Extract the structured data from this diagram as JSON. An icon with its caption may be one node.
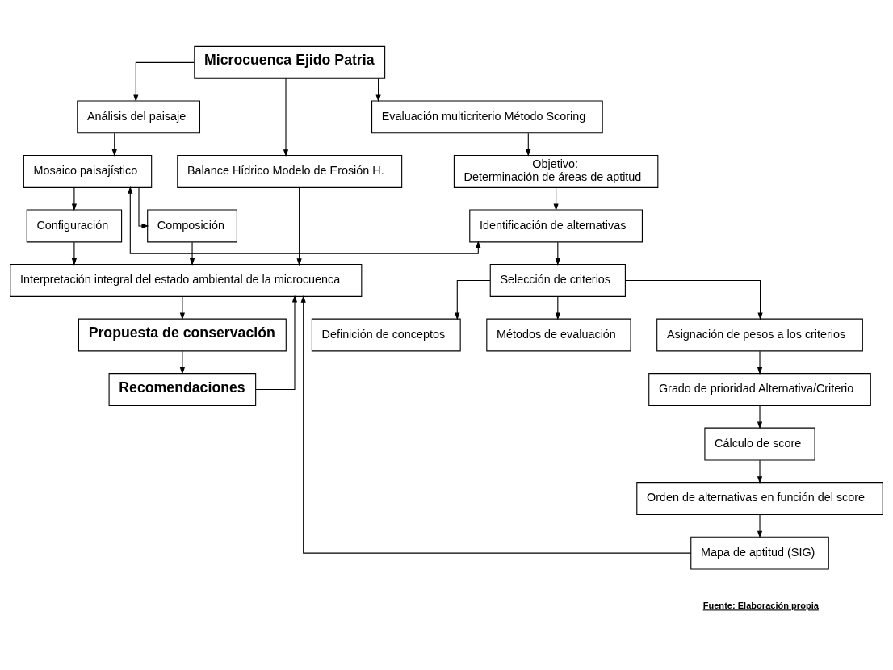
{
  "diagram": {
    "caption": "Fuente: Elaboración propia",
    "nodes": [
      {
        "text": [
          "Microcuenca Ejido Patria"
        ]
      },
      {
        "text": [
          "Análisis del paisaje"
        ]
      },
      {
        "text": [
          "Balance Hídrico Modelo de Erosión H."
        ]
      },
      {
        "text": [
          "Evaluación multicriterio Método Scoring"
        ]
      },
      {
        "text": [
          "Objetivo:",
          "Determinación de áreas de aptitud"
        ]
      },
      {
        "text": [
          "Mosaico paisajístico"
        ]
      },
      {
        "text": [
          "Identificación de alternativas"
        ]
      },
      {
        "text": [
          "Composición"
        ]
      },
      {
        "text": [
          "Configuración"
        ]
      },
      {
        "text": [
          "Selección de criterios"
        ]
      },
      {
        "text": [
          "Definición de conceptos"
        ]
      },
      {
        "text": [
          "Métodos de evaluación"
        ]
      },
      {
        "text": [
          "Asignación de pesos a los criterios"
        ]
      },
      {
        "text": [
          "Interpretación integral del estado ambiental de la microcuenca"
        ]
      },
      {
        "text": [
          "Grado de prioridad Alternativa/Criterio"
        ]
      },
      {
        "text": [
          "Cálculo de score"
        ]
      },
      {
        "text": [
          "Propuesta de conservación"
        ]
      },
      {
        "text": [
          "Orden de alternativas en función del score"
        ]
      },
      {
        "text": [
          "Mapa de aptitud (SIG)"
        ]
      },
      {
        "text": [
          "Recomendaciones"
        ]
      }
    ],
    "edges": [
      {
        "from": 0,
        "to": 1,
        "arrow": "to"
      },
      {
        "from": 0,
        "to": 2,
        "arrow": "to"
      },
      {
        "from": 0,
        "to": 3,
        "arrow": "to"
      },
      {
        "from": 1,
        "to": 5,
        "arrow": "to"
      },
      {
        "from": 2,
        "to": 13,
        "arrow": "to"
      },
      {
        "from": 3,
        "to": 4,
        "arrow": "to"
      },
      {
        "from": 4,
        "to": 6,
        "arrow": "to"
      },
      {
        "from": 5,
        "to": 6,
        "arrow": "both"
      },
      {
        "from": 5,
        "to": 7,
        "arrow": "to"
      },
      {
        "from": 5,
        "to": 8,
        "arrow": "to"
      },
      {
        "from": 7,
        "to": 13,
        "arrow": "to"
      },
      {
        "from": 8,
        "to": 13,
        "arrow": "to"
      },
      {
        "from": 6,
        "to": 9,
        "arrow": "to"
      },
      {
        "from": 9,
        "to": 10,
        "arrow": "to"
      },
      {
        "from": 9,
        "to": 11,
        "arrow": "to"
      },
      {
        "from": 9,
        "to": 12,
        "arrow": "to"
      },
      {
        "from": 12,
        "to": 14,
        "arrow": "to"
      },
      {
        "from": 14,
        "to": 15,
        "arrow": "to"
      },
      {
        "from": 15,
        "to": 17,
        "arrow": "to"
      },
      {
        "from": 17,
        "to": 18,
        "arrow": "to"
      },
      {
        "from": 18,
        "to": 13,
        "arrow": "to"
      },
      {
        "from": 13,
        "to": 16,
        "arrow": "to"
      },
      {
        "from": 16,
        "to": 19,
        "arrow": "to"
      },
      {
        "from": 19,
        "to": 13,
        "arrow": "to"
      }
    ]
  }
}
